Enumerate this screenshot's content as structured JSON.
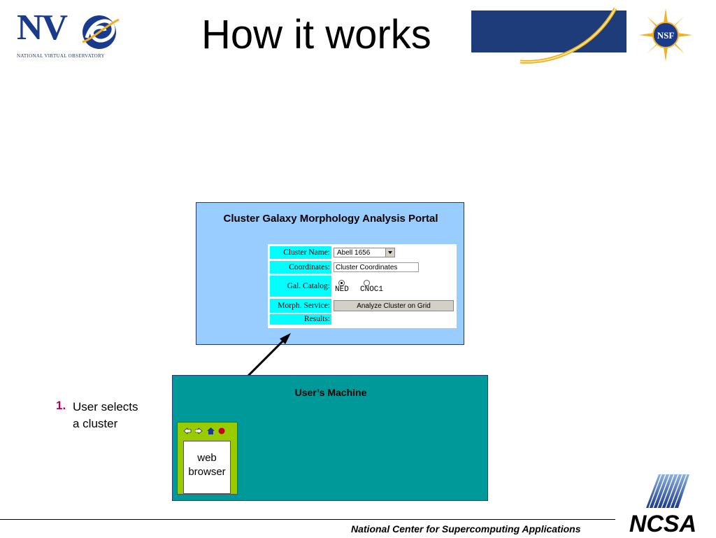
{
  "header": {
    "title": "How it works",
    "nvo_logo_text": "NV",
    "nvo_subtitle": "NATIONAL VIRTUAL OBSERVATORY",
    "nsf_logo_text": "NSF"
  },
  "portal": {
    "title": "Cluster Galaxy Morphology Analysis Portal",
    "form": {
      "cluster_name_label": "Cluster Name:",
      "cluster_name_value": "Abell 1656",
      "coordinates_label": "Coordinates:",
      "coordinates_value": "Cluster Coordinates",
      "catalog_label": "Gal. Catalog:",
      "catalog_options": [
        "NED",
        "CNOC1"
      ],
      "catalog_selected": "NED",
      "morph_label": "Morph. Service:",
      "analyze_button": "Analyze Cluster on Grid",
      "results_label": "Results:"
    }
  },
  "machine": {
    "title": "User’s Machine",
    "browser_label_1": "web",
    "browser_label_2": "browser"
  },
  "step": {
    "number": "1.",
    "line1": "User selects",
    "line2": "a cluster"
  },
  "footer": {
    "text": "National Center for Supercomputing Applications",
    "ncsa_logo_text": "NCSA"
  },
  "colors": {
    "portal_bg": "#99ccff",
    "machine_bg": "#009999",
    "label_cyan": "#00ffff",
    "browser_green": "#99cc00",
    "title_bar": "#1e3c7a",
    "step_number": "#b0005a"
  }
}
